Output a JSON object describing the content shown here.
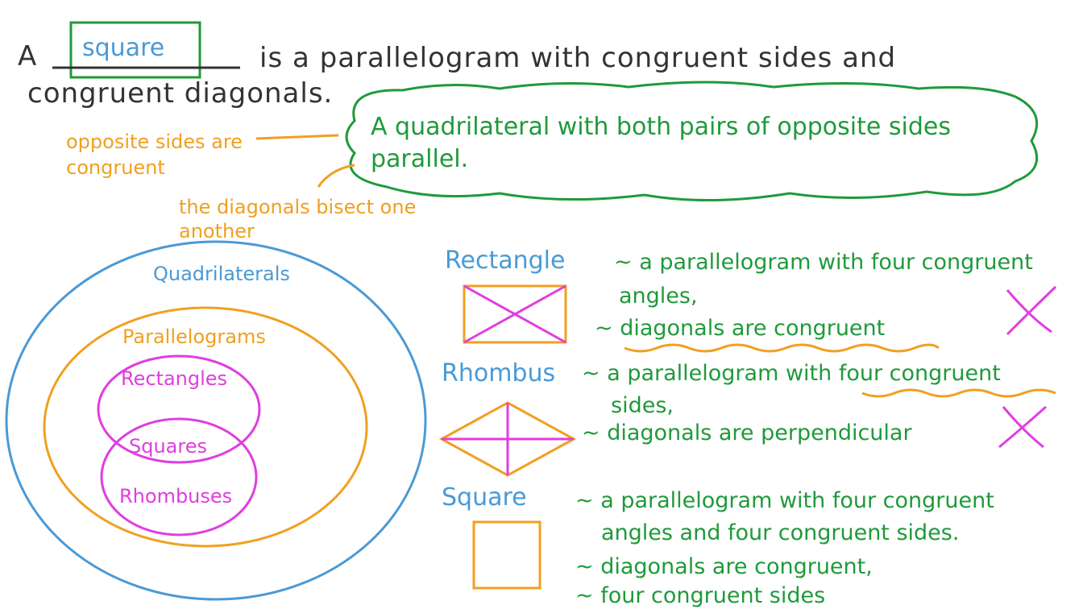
{
  "definition": {
    "prefix": "A",
    "answer": "square",
    "line1_rest": "is a parallelogram with congruent sides and",
    "line2": "congruent diagonals."
  },
  "parallelogram_note": "A quadrilateral with both pairs of opposite sides parallel.",
  "properties": [
    "opposite sides are congruent",
    "the diagonals bisect one another"
  ],
  "venn": {
    "outer": "Quadrilaterals",
    "middle": "Parallelograms",
    "rectangles": "Rectangles",
    "squares": "Squares",
    "rhombuses": "Rhombuses"
  },
  "shapes": [
    {
      "name": "Rectangle",
      "lines": [
        "~ a parallelogram with four congruent",
        "angles,",
        "~ diagonals are congruent"
      ]
    },
    {
      "name": "Rhombus",
      "lines": [
        "~ a parallelogram with four congruent",
        "sides,",
        "~ diagonals are perpendicular"
      ]
    },
    {
      "name": "Square",
      "lines": [
        "~ a parallelogram with four congruent",
        "angles and four congruent sides.",
        "~ diagonals are congruent,",
        "~ four congruent sides"
      ]
    }
  ],
  "colors": {
    "text": "#333333",
    "blue": "#4a9ad6",
    "green": "#1f9a3a",
    "orange": "#f0a020",
    "magenta": "#e03ee0"
  }
}
